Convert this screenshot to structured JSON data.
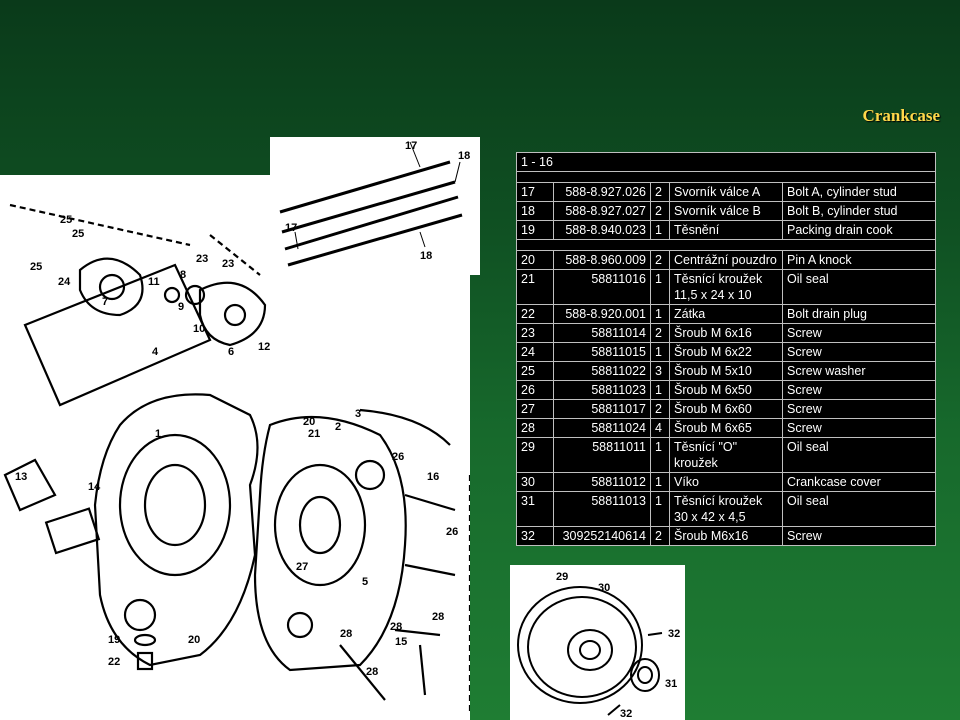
{
  "title": "Crankcase",
  "table": {
    "range_label": "1 - 16",
    "rows": [
      {
        "no": "17",
        "part": "588-8.927.026",
        "qty": "2",
        "cz": "Svorník válce A",
        "en": "Bolt A,  cylinder stud"
      },
      {
        "no": "18",
        "part": "588-8.927.027",
        "qty": "2",
        "cz": "Svorník válce B",
        "en": "Bolt B,  cylinder stud"
      },
      {
        "no": "19",
        "part": "588-8.940.023",
        "qty": "1",
        "cz": "Těsnění",
        "en": "Packing drain cook"
      },
      {
        "no": "20",
        "part": "588-8.960.009",
        "qty": "2",
        "cz": "Centrážní pouzdro",
        "en": "Pin A knock"
      },
      {
        "no": "21",
        "part": "58811016",
        "qty": "1",
        "cz": "Těsnící kroužek 11,5 x 24 x 10",
        "en": "Oil seal"
      },
      {
        "no": "22",
        "part": "588-8.920.001",
        "qty": "1",
        "cz": "Zátka",
        "en": "Bolt drain plug"
      },
      {
        "no": "23",
        "part": "58811014",
        "qty": "2",
        "cz": "Šroub M 6x16",
        "en": "Screw"
      },
      {
        "no": "24",
        "part": "58811015",
        "qty": "1",
        "cz": "Šroub M 6x22",
        "en": "Screw"
      },
      {
        "no": "25",
        "part": "58811022",
        "qty": "3",
        "cz": "Šroub M 5x10",
        "en": "Screw washer"
      },
      {
        "no": "26",
        "part": "58811023",
        "qty": "1",
        "cz": "Šroub M 6x50",
        "en": "Screw"
      },
      {
        "no": "27",
        "part": "58811017",
        "qty": "2",
        "cz": "Šroub M 6x60",
        "en": "Screw"
      },
      {
        "no": "28",
        "part": "58811024",
        "qty": "4",
        "cz": "Šroub M 6x65",
        "en": "Screw"
      },
      {
        "no": "29",
        "part": "58811011",
        "qty": "1",
        "cz": "Těsnící \"O\" kroužek",
        "en": "Oil seal"
      },
      {
        "no": "30",
        "part": "58811012",
        "qty": "1",
        "cz": "Víko",
        "en": "Crankcase cover"
      },
      {
        "no": "31",
        "part": "58811013",
        "qty": "1",
        "cz": "Těsnící kroužek 30 x 42 x 4,5",
        "en": "Oil seal"
      },
      {
        "no": "32",
        "part": "309252140614",
        "qty": "2",
        "cz": "Šroub M6x16",
        "en": "Screw"
      }
    ]
  },
  "diagram_labels": {
    "main": [
      "1",
      "2",
      "3",
      "4",
      "5",
      "6",
      "7",
      "8",
      "9",
      "10",
      "11",
      "12",
      "13",
      "14",
      "15",
      "16",
      "19",
      "20",
      "21",
      "22",
      "23",
      "24",
      "25",
      "26",
      "27",
      "28"
    ],
    "studs": [
      "17",
      "18"
    ],
    "cover": [
      "29",
      "30",
      "31",
      "32"
    ]
  }
}
